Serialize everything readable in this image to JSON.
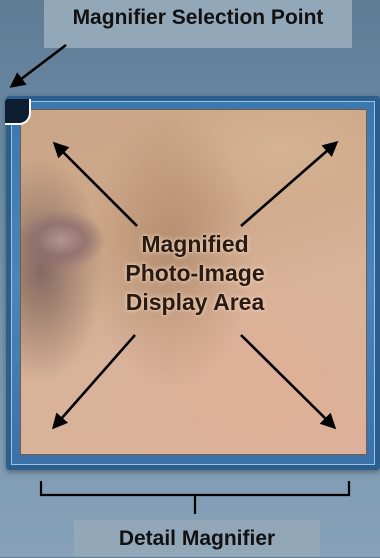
{
  "labels": {
    "top": "Magnifier Selection Point",
    "bottom": "Detail Magnifier"
  },
  "display_area": {
    "lines": [
      "Magnified",
      "Photo-Image",
      "Display Area"
    ]
  },
  "colors": {
    "background": "#6b8ba4",
    "label_box": "#92a7b8",
    "frame": "#2c5f8f",
    "arrow": "#000000"
  }
}
